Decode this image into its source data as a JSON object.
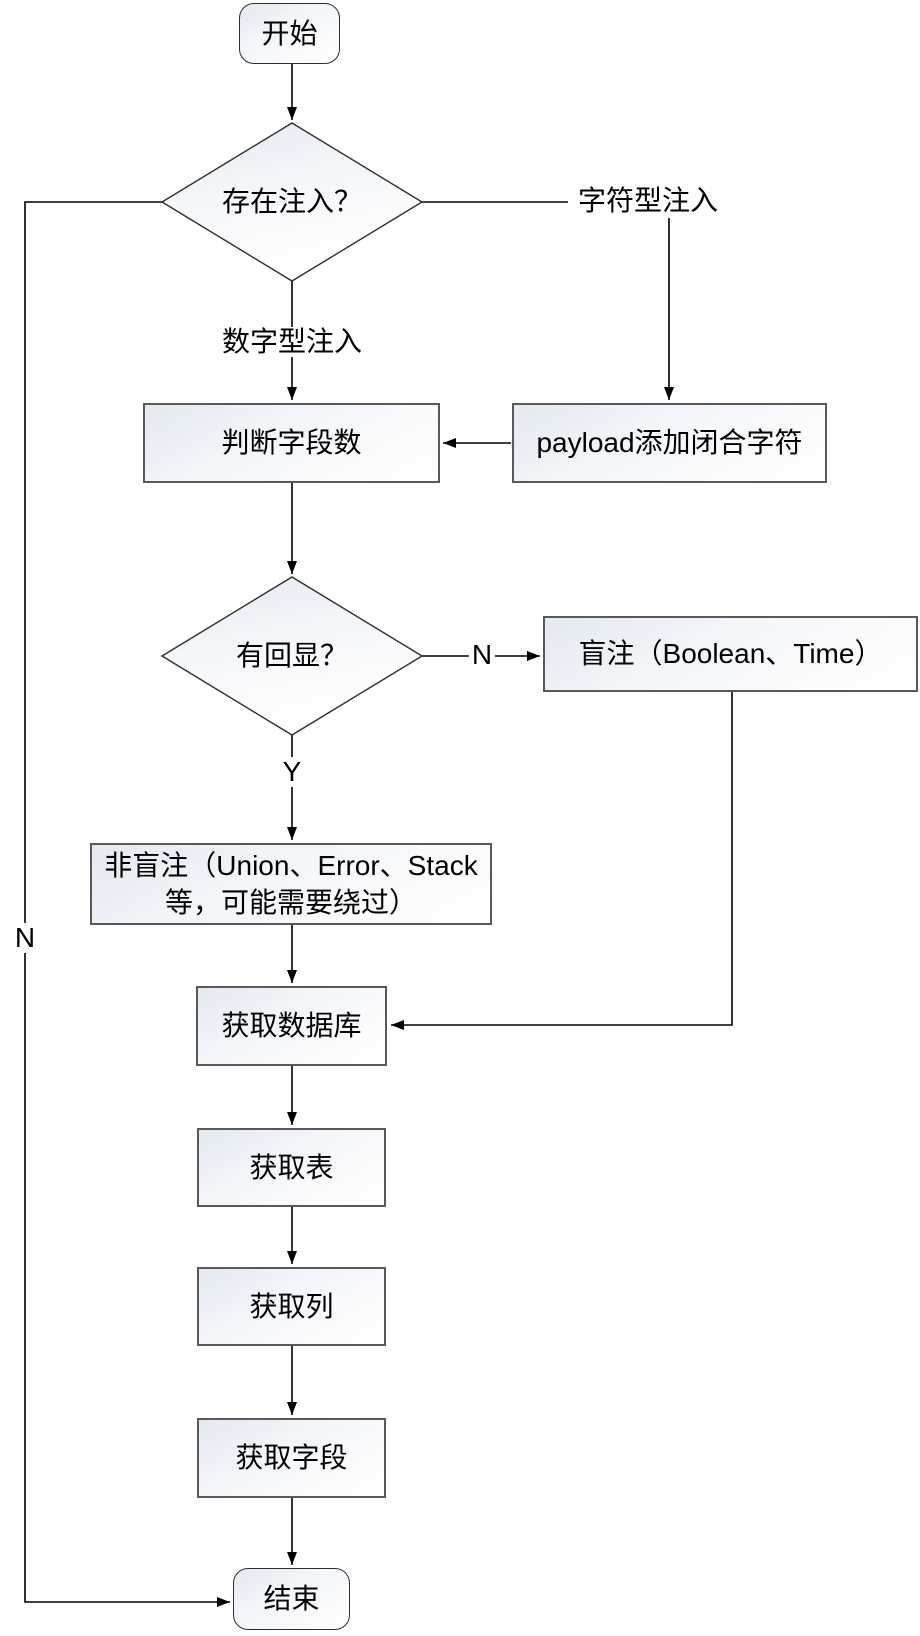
{
  "diagram": {
    "nodes": {
      "start": {
        "label": "开始"
      },
      "injection_exists": {
        "label": "存在注入？"
      },
      "field_count": {
        "label": "判断字段数"
      },
      "payload_close": {
        "label": "payload添加闭合字符"
      },
      "has_echo": {
        "label": "有回显？"
      },
      "blind": {
        "label": "盲注（Boolean、Time）"
      },
      "non_blind": {
        "line1": "非盲注（Union、Error、Stack",
        "line2": "等，可能需要绕过）"
      },
      "get_database": {
        "label": "获取数据库"
      },
      "get_table": {
        "label": "获取表"
      },
      "get_column": {
        "label": "获取列"
      },
      "get_field": {
        "label": "获取字段"
      },
      "end": {
        "label": "结束"
      }
    },
    "edge_labels": {
      "char_injection": "字符型注入",
      "numeric_injection": "数字型注入",
      "no_echo": "N",
      "yes_echo": "Y",
      "no_injection": "N"
    },
    "colors": {
      "line": "#000000",
      "process_border": "#595959",
      "terminator_border": "#2e2e2e",
      "fill_top": "#e4e9f1",
      "fill_bottom": "#ffffff",
      "text": "#000000"
    }
  }
}
